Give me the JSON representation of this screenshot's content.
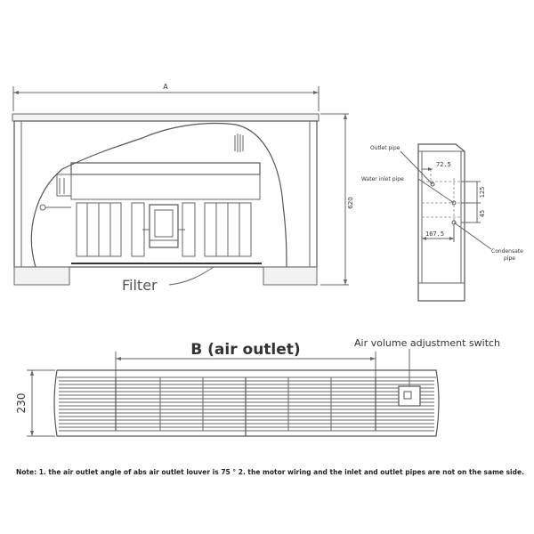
{
  "labels": {
    "dim_a": "A",
    "dim_height": "620",
    "filter": "Filter",
    "outlet_pipe": "Outlet pipe",
    "water_inlet_pipe": "Water inlet pipe",
    "condensate_pipe_line1": "Condensate",
    "condensate_pipe_line2": "pipe",
    "dim_72_5": "72.5",
    "dim_125": "125",
    "dim_45": "45",
    "dim_167_5": "167.5",
    "b_air_outlet": "B (air outlet)",
    "air_volume_switch": "Air volume adjustment switch",
    "dim_230": "230",
    "note": "Note: 1. the air outlet angle of abs air outlet louver is 75 ° 2. the motor wiring and the inlet and outlet pipes are not on the same side."
  },
  "colors": {
    "line": "#555555",
    "panel_fill": "#f2f2f2",
    "text": "#333333"
  }
}
